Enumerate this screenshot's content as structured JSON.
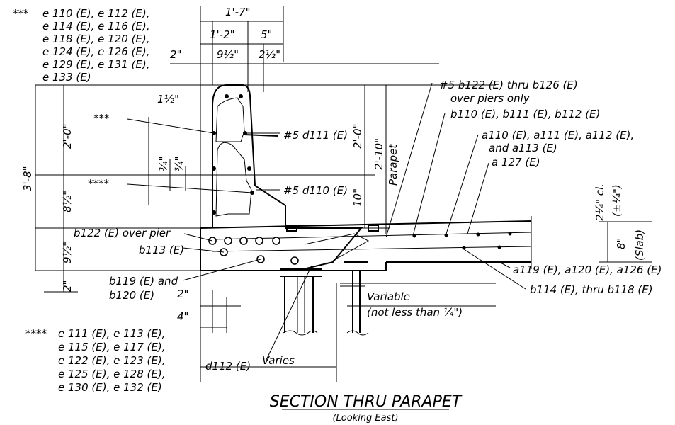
{
  "title": "SECTION THRU PARAPET",
  "subtitle": "(Looking East)",
  "notes_top": {
    "marker": "***",
    "lines": [
      "e 110 (E),  e 112 (E),",
      "e 114 (E),  e 116 (E),",
      "e 118 (E),  e 120 (E),",
      "e 124 (E),  e 126 (E),",
      "e 129 (E),  e 131 (E),",
      "e 133 (E)"
    ]
  },
  "notes_bottom": {
    "marker": "****",
    "lines": [
      "e 111  (E),  e 113  (E),",
      "e 115  (E),  e 117  (E),",
      "e 122  (E),  e 123  (E),",
      "e 125  (E),  e 128  (E),",
      "e 130  (E),  e 132  (E)"
    ]
  },
  "dims": {
    "top_total": "1'-7\"",
    "top_a": "1'-2\"",
    "top_b": "5\"",
    "two_in": "2\"",
    "nine_half": "9½\"",
    "two_half": "2½\"",
    "one_half": "1½\"",
    "left_total": "3'-8\"",
    "left_upper": "2'-0\"",
    "left_mid": "8½\"",
    "left_low": "9½\"",
    "left_bottom": "2\"",
    "three_q1": "¾\"",
    "three_q2": "¾\"",
    "right_upper": "2'-0\"",
    "right_lower": "10\"",
    "right_total": "2'-10\"",
    "parapet": "Parapet",
    "clear": "2¼\" cl.",
    "tolerance": "(±¼\")",
    "slab": "8\"",
    "slab_label": "(Slab)",
    "bottom_two": "2\"",
    "bottom_four": "4\"",
    "varies": "Varies",
    "variable": "Variable",
    "variable_note": "(not less than ¼\")"
  },
  "callouts": {
    "stars3": "***",
    "stars4": "****",
    "d111": "#5 d111 (E)",
    "d110": "#5 d110 (E)",
    "b122_top": "#5 b122 (E) thru b126 (E)",
    "piers_only": "over piers only",
    "b110": "b110 (E), b111 (E), b112 (E)",
    "a110": "a110 (E), a111 (E), a112 (E),",
    "a113": "and a113 (E)",
    "a127": "a 127 (E)",
    "b122_pier": "b122 (E) over pier",
    "b113": "b113 (E)",
    "b119": "b119 (E) and",
    "b120": "b120 (E)",
    "d112": "d112 (E)",
    "a119": "a119 (E), a120 (E), a126 (E)",
    "b114": "b114 (E), thru b118 (E)"
  }
}
